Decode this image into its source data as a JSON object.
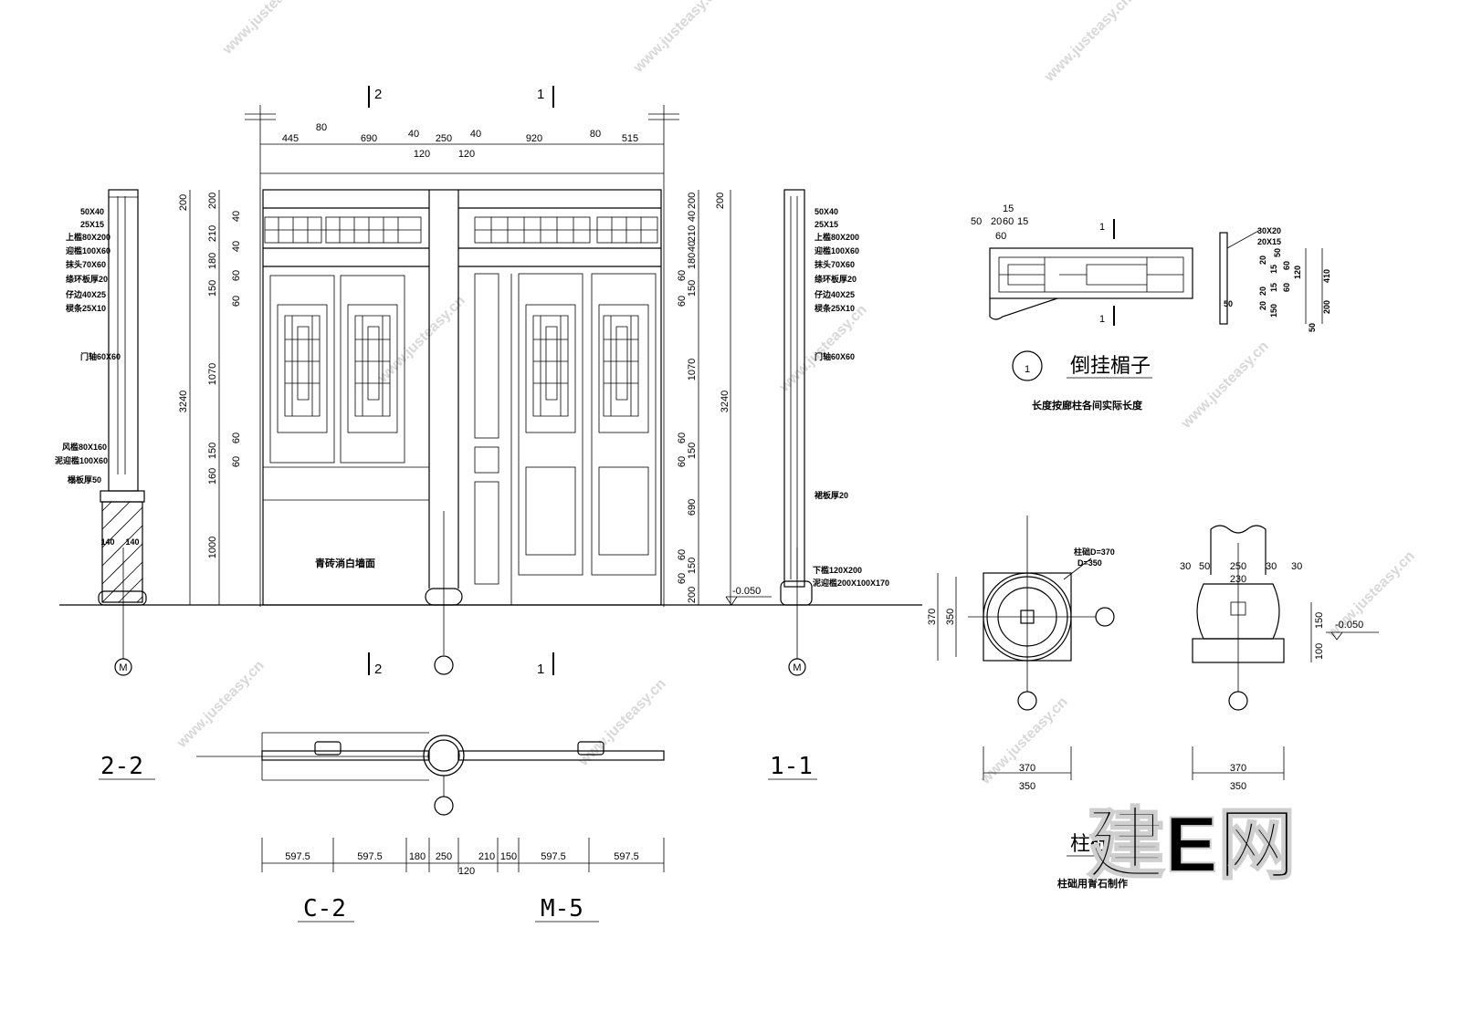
{
  "watermark": {
    "site": "www.justeasy.cn",
    "brand": "建E网"
  },
  "elevation": {
    "section_marks": {
      "left": "2",
      "right": "1"
    },
    "top_dims": [
      "445",
      "80",
      "690",
      "40",
      "250",
      "40",
      "920",
      "80",
      "515"
    ],
    "top_sub_dims": [
      "120",
      "120"
    ],
    "height_total": "3240",
    "left_heights": [
      "200",
      "3240",
      "1000"
    ],
    "inner_left_heights": [
      "200",
      "40",
      "210",
      "40",
      "180",
      "60",
      "150",
      "60",
      "1070",
      "60",
      "150",
      "60",
      "160"
    ],
    "inner_right_heights": [
      "200",
      "40",
      "210",
      "40",
      "180",
      "60",
      "150",
      "60",
      "1070",
      "60",
      "150",
      "60",
      "690",
      "60",
      "150",
      "60",
      "200"
    ],
    "wall_note": "青砖淌白墙面",
    "level": "-0.050",
    "axis_label": "M"
  },
  "section_left": {
    "labels": [
      "50X40",
      "25X15",
      "上槛80X200",
      "迎槛100X60",
      "抹头70X60",
      "绦环板厚20",
      "仔边40X25",
      "棂条25X10",
      "门轴60X60",
      "风槛80X160",
      "泥迎槛100X60",
      "榻板厚50"
    ],
    "base_dims": [
      "140",
      "140"
    ],
    "axis_label": "M"
  },
  "section_right": {
    "labels": [
      "50X40",
      "25X15",
      "上槛80X200",
      "迎槛100X60",
      "抹头70X60",
      "绦环板厚20",
      "仔边40X25",
      "棂条25X10",
      "门轴60X60",
      "裙板厚20",
      "下槛120X200",
      "泥迎槛200X100X170"
    ],
    "axis_label": "M"
  },
  "plan": {
    "left_title": "2-2",
    "right_title": "1-1",
    "dims": [
      "597.5",
      "597.5",
      "180",
      "250",
      "210",
      "150",
      "597.5",
      "597.5"
    ],
    "sub_dim": "120",
    "names": [
      "C-2",
      "M-5"
    ]
  },
  "detail_lintel": {
    "circle_num": "1",
    "title": "倒挂楣子",
    "note": "长度按廊柱各间实际长度",
    "top_dims": [
      "15",
      "50",
      "20",
      "60",
      "15",
      "60"
    ],
    "section_mark": "1",
    "side_labels": [
      "30X20",
      "20X15"
    ],
    "side_dims": [
      "50",
      "20",
      "60",
      "15",
      "20",
      "15",
      "60",
      "20",
      "120",
      "150",
      "50",
      "410",
      "200",
      "50"
    ]
  },
  "plinth": {
    "title": "柱础",
    "note": "柱础用青石制作",
    "plan_labels": [
      "柱础D=370",
      "D=350"
    ],
    "plan_dims_v": [
      "370",
      "350"
    ],
    "plan_dims_h": [
      "370",
      "350"
    ],
    "elev_top_dims": [
      "30",
      "50",
      "250",
      "30",
      "30"
    ],
    "elev_sub_dim": "230",
    "elev_heights": [
      "150",
      "100"
    ],
    "elev_level": "-0.050",
    "elev_dims_h": [
      "370",
      "350"
    ]
  }
}
